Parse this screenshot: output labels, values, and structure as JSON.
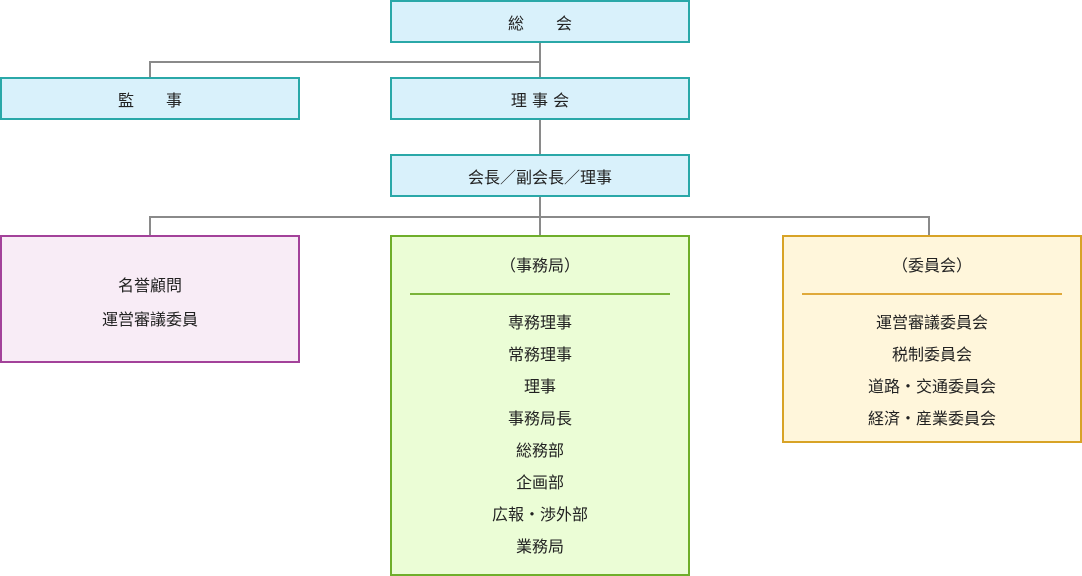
{
  "top": {
    "general_assembly": "総　　会",
    "auditor": "監　　事",
    "board": "理 事 会",
    "officers": "会長／副会長／理事"
  },
  "advisors_panel": {
    "items": [
      "名誉顧問",
      "運営審議委員"
    ]
  },
  "secretariat_panel": {
    "title": "（事務局）",
    "items": [
      "専務理事",
      "常務理事",
      "理事",
      "事務局長",
      "総務部",
      "企画部",
      "広報・渉外部",
      "業務局"
    ]
  },
  "committee_panel": {
    "title": "（委員会）",
    "items": [
      "運営審議委員会",
      "税制委員会",
      "道路・交通委員会",
      "経済・産業委員会"
    ]
  },
  "colors": {
    "top_box_border": "#2aa8a8",
    "top_box_fill": "#d9f1fb",
    "pink_border": "#a3429a",
    "pink_fill": "#f8ecf6",
    "green_border": "#6fae2b",
    "green_fill": "#ebfdd6",
    "orange_border": "#d8a326",
    "orange_fill": "#fff6db",
    "connector": "#8a8a8a"
  }
}
